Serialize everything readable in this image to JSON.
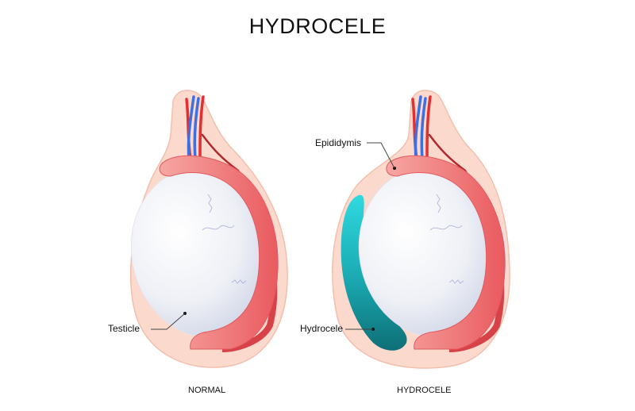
{
  "title": "HYDROCELE",
  "figures": [
    {
      "id": "normal",
      "caption": "NORMAL",
      "labels": [
        {
          "text": "Testicle",
          "target": "testicle"
        }
      ]
    },
    {
      "id": "hydrocele",
      "caption": "HYDROCELE",
      "labels": [
        {
          "text": "Epididymis",
          "target": "epididymis"
        },
        {
          "text": "Hydrocele",
          "target": "fluid-sac"
        }
      ]
    }
  ],
  "colors": {
    "scrotum": "#fbd9cc",
    "scrotum_edge": "#f4c2b0",
    "epididymis": "#ee6b6e",
    "epididymis_light": "#f5a3a1",
    "artery": "#e23030",
    "vein": "#3f6fe0",
    "testicle": "#f3f4f8",
    "testicle_shade": "#d3d8e8",
    "hydrocele": "#21b8c0",
    "hydrocele_dark": "#0f7f86"
  }
}
